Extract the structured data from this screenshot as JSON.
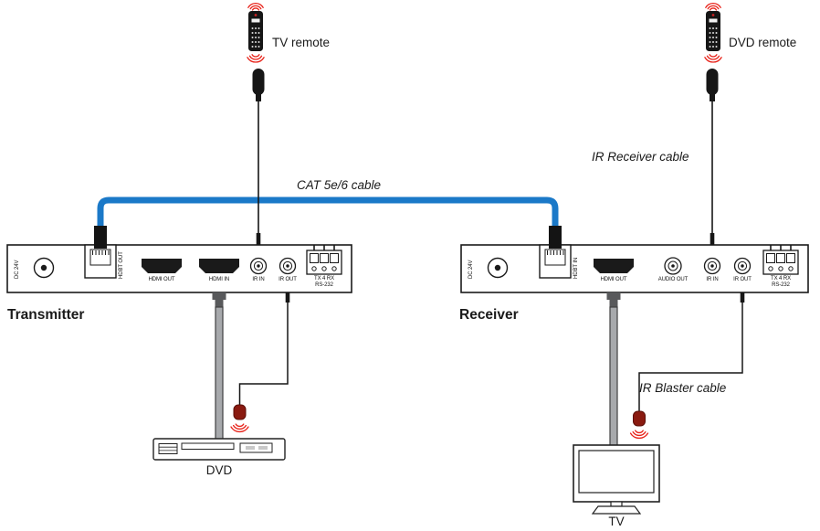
{
  "colors": {
    "cat_cable_blue": "#1b79c8",
    "ir_signal_red": "#e8231a",
    "outline_black": "#1a1a1a"
  },
  "icons": {
    "remote": "remote-control-icon",
    "ir_receiver": "ir-receiver-mic-icon",
    "ir_emitter": "ir-emitter-icon",
    "dvd_player": "dvd-player-icon",
    "tv": "tv-icon"
  },
  "remotes": {
    "tv_remote_label": "TV remote",
    "dvd_remote_label": "DVD remote"
  },
  "cable_labels": {
    "cat": "CAT 5e/6 cable",
    "ir_receiver": "IR Receiver cable",
    "ir_blaster": "IR Blaster cable"
  },
  "transmitter": {
    "label": "Transmitter",
    "ports": {
      "dc": "DC 24V",
      "hdbt": "HDBT OUT",
      "hdmi_out": "HDMI OUT",
      "hdmi_in": "HDMI IN",
      "ir_in": "IR IN",
      "ir_out": "IR OUT",
      "rs232_line1": "TX 4 RX",
      "rs232_line2": "RS-232"
    }
  },
  "receiver": {
    "label": "Receiver",
    "ports": {
      "dc": "DC 24V",
      "hdbt": "HDBT IN",
      "hdmi_out": "HDMI OUT",
      "audio_out": "AUDIO OUT",
      "ir_in": "IR IN",
      "ir_out": "IR OUT",
      "rs232_line1": "TX 4 RX",
      "rs232_line2": "RS-232"
    }
  },
  "endpoints": {
    "dvd_label": "DVD",
    "tv_label": "TV"
  }
}
